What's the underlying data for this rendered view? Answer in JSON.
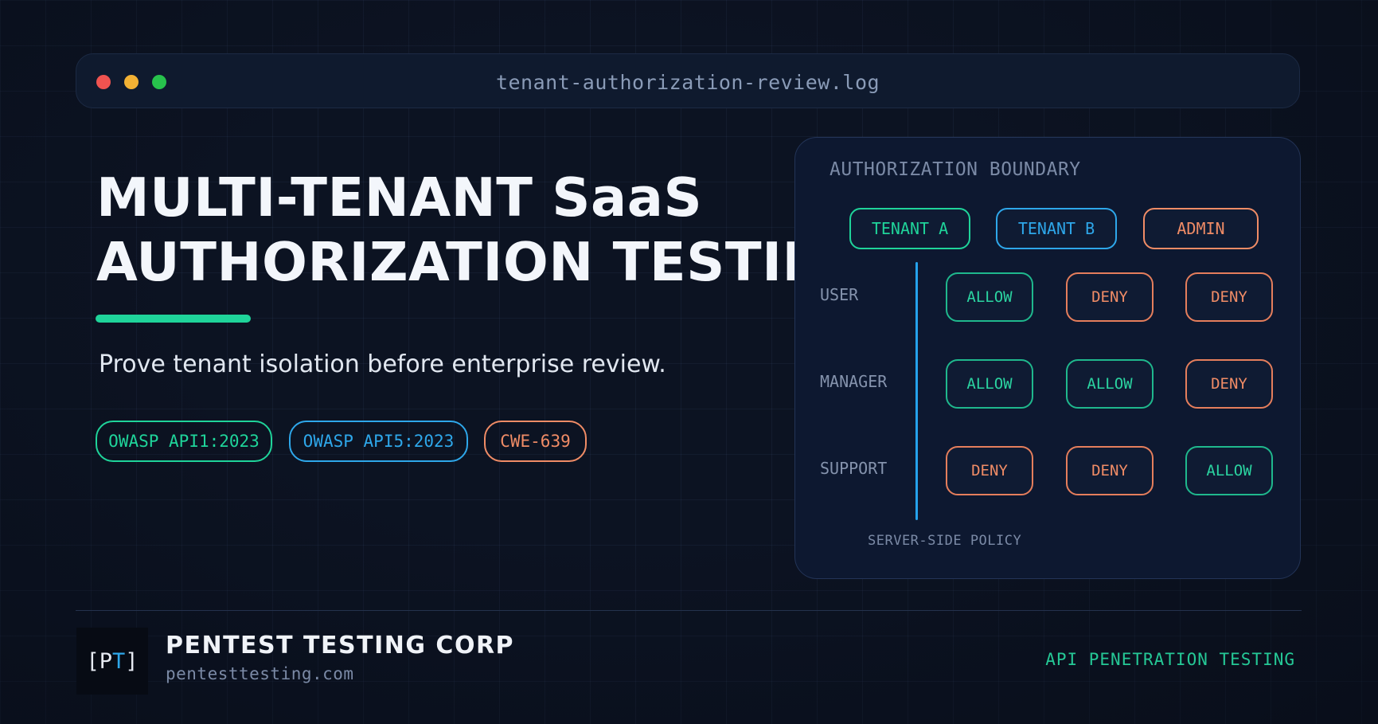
{
  "window": {
    "filename": "tenant-authorization-review.log",
    "traffic_lights": [
      {
        "name": "close",
        "color": "#ef5350"
      },
      {
        "name": "minimize",
        "color": "#f2b134"
      },
      {
        "name": "maximize",
        "color": "#27c24c"
      }
    ]
  },
  "hero": {
    "title_line1": "MULTI-TENANT SaaS",
    "title_line2": "AUTHORIZATION TESTING",
    "subtitle": "Prove tenant isolation before enterprise review.",
    "accent_color": "#1fd49a"
  },
  "tags": [
    {
      "label": "OWASP API1:2023",
      "color": "#1fd49a"
    },
    {
      "label": "OWASP API5:2023",
      "color": "#2ea7ea"
    },
    {
      "label": "CWE-639",
      "color": "#f08c66"
    }
  ],
  "matrix": {
    "title": "AUTHORIZATION BOUNDARY",
    "columns": [
      {
        "label": "TENANT A",
        "color": "#1fd49a"
      },
      {
        "label": "TENANT B",
        "color": "#2ea7ea"
      },
      {
        "label": "ADMIN",
        "color": "#f08c66"
      }
    ],
    "rows": [
      {
        "label": "USER",
        "cells": [
          "ALLOW",
          "DENY",
          "DENY"
        ]
      },
      {
        "label": "MANAGER",
        "cells": [
          "ALLOW",
          "ALLOW",
          "DENY"
        ]
      },
      {
        "label": "SUPPORT",
        "cells": [
          "DENY",
          "DENY",
          "ALLOW"
        ]
      }
    ],
    "footer": "SERVER-SIDE POLICY"
  },
  "footer": {
    "logo_open": "[",
    "logo_p": "P",
    "logo_t": "T",
    "logo_close": "]",
    "company": "PENTEST TESTING CORP",
    "domain": "pentesttesting.com",
    "service": "API PENETRATION TESTING"
  }
}
